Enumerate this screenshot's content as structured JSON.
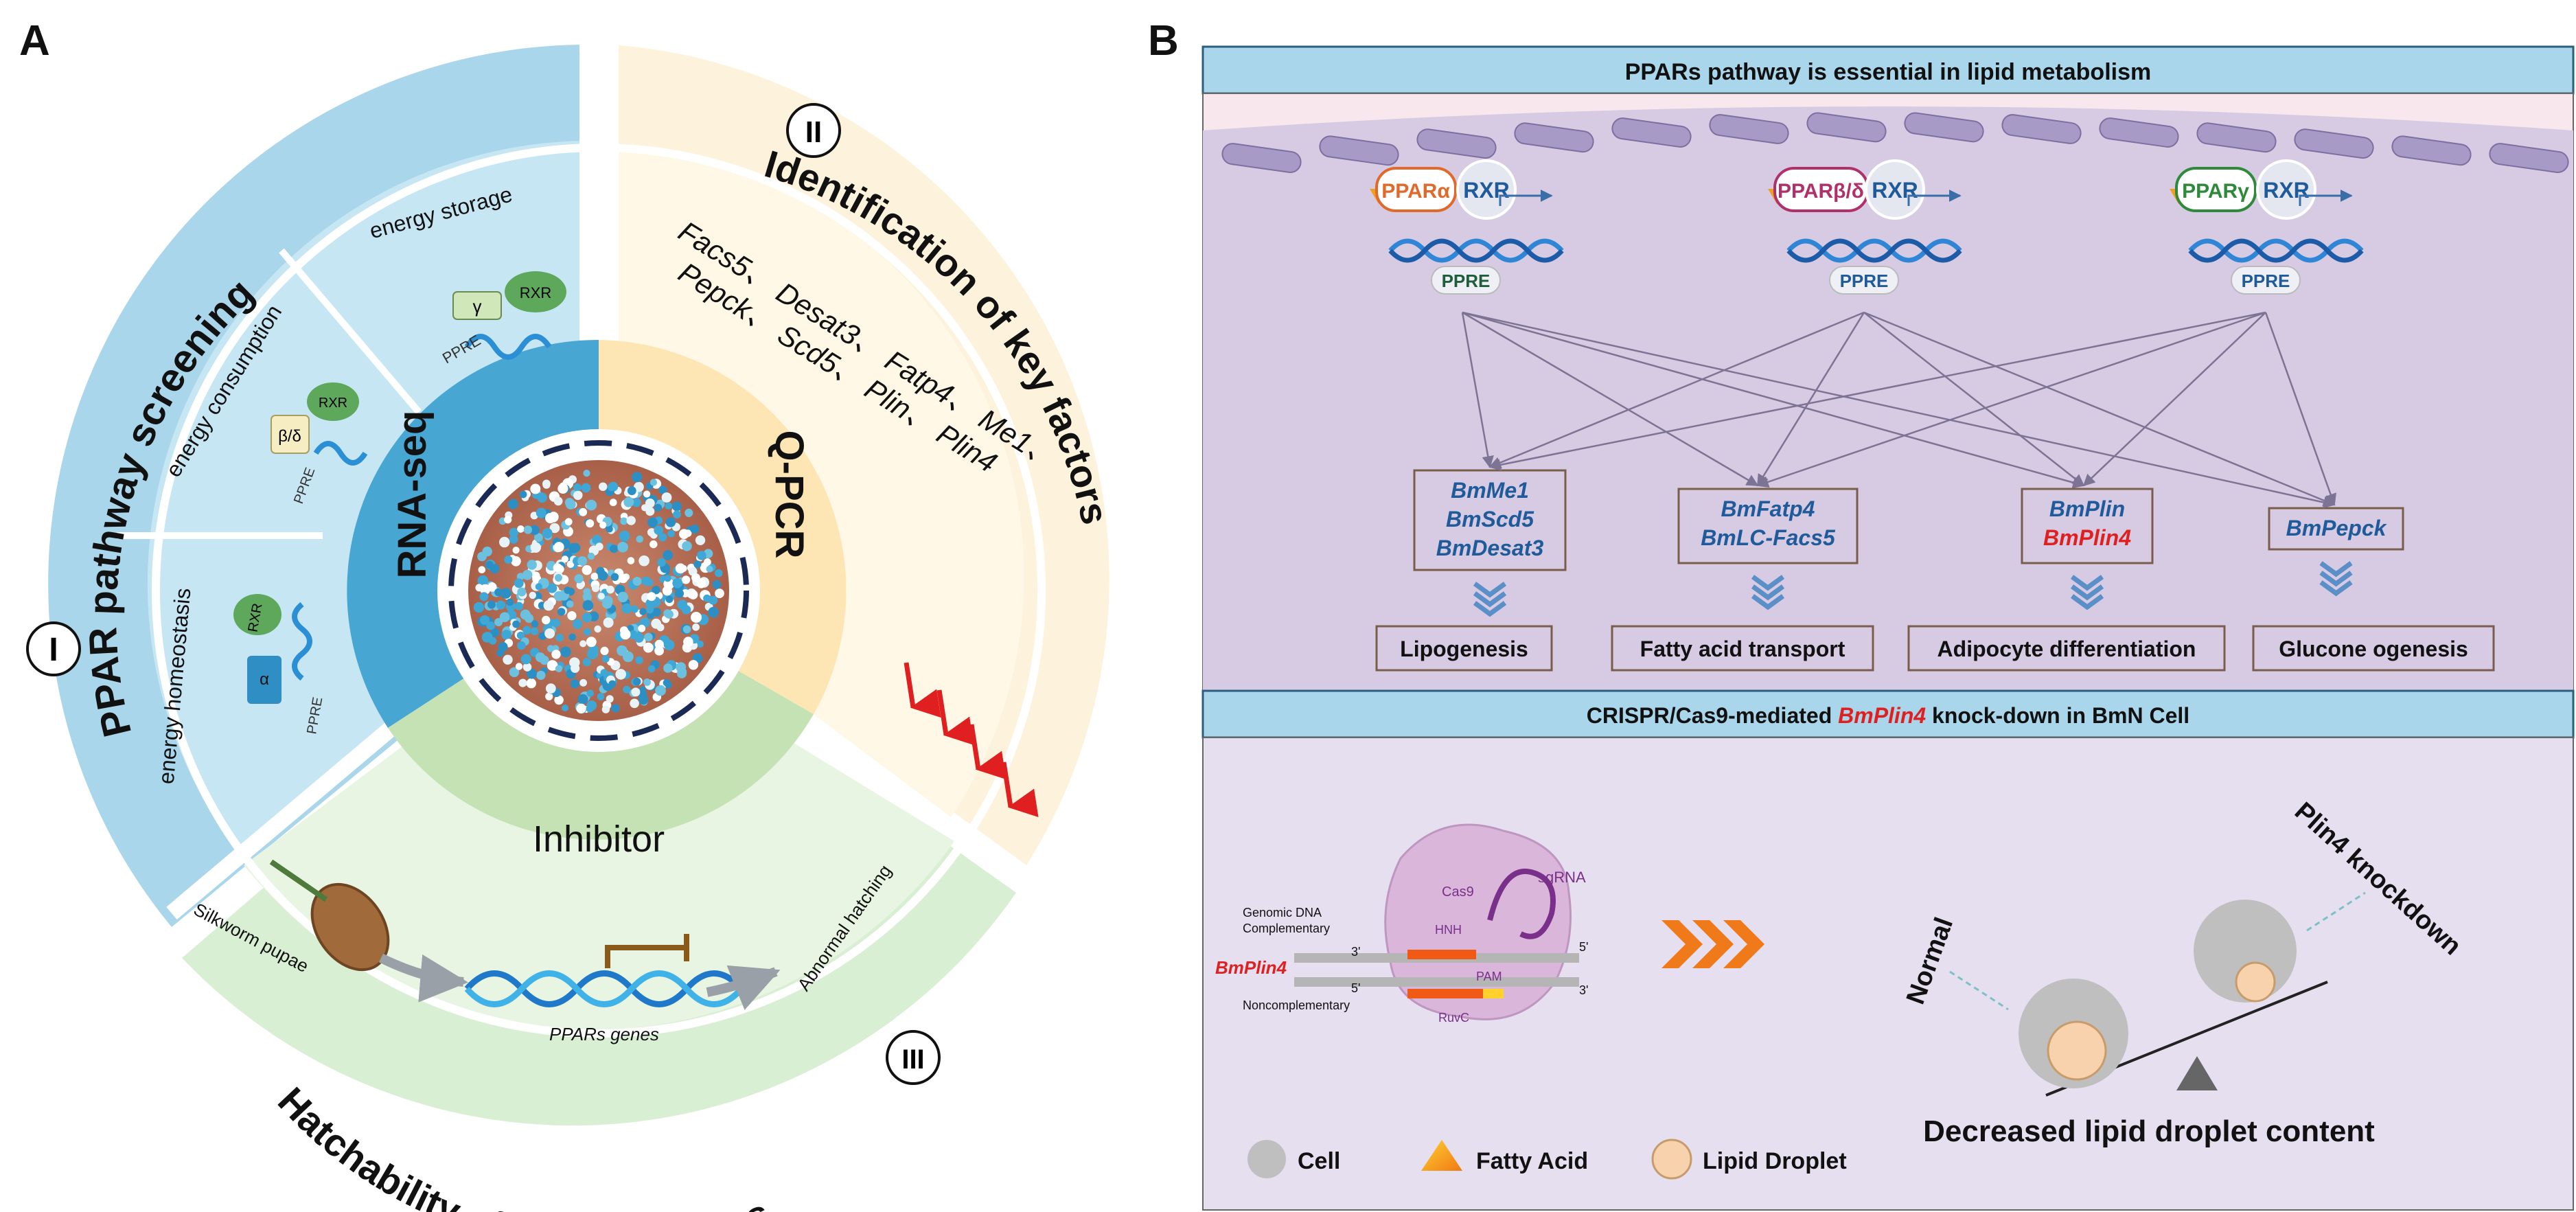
{
  "panel_a": {
    "label": "A",
    "section1": {
      "roman": "I",
      "title": "PPAR pathway screening",
      "ring_label": "RNA-seq",
      "items": [
        "energy storage",
        "energy consumption",
        "energy homeostasis"
      ],
      "receptors": [
        "γ",
        "β/δ",
        "α"
      ],
      "rxr": "RXR",
      "ppre": "PPRE"
    },
    "section2": {
      "roman": "II",
      "title": "Identification of key factors",
      "ring_label": "Q-PCR",
      "genes": [
        "Facs5、 Desat3、 Fatp4、 Me1、",
        "Pepck、 Scd5、 Plin、 Plin4"
      ]
    },
    "section3": {
      "roman": "III",
      "title": "Hatchability of silkworm eggs",
      "ring_label": "Inhibitor",
      "pupae": "Silkworm pupae",
      "genes_label": "PPARs genes",
      "outcome": "Abnormal hatching"
    }
  },
  "panel_b": {
    "label": "B",
    "header_top": "PPARs pathway is essential in lipid metabolism",
    "receptors": [
      {
        "ppar": "PPARα",
        "rxr": "RXR",
        "ppre": "PPRE",
        "color": "#e06a2c"
      },
      {
        "ppar": "PPARβ/δ",
        "rxr": "RXR",
        "ppre": "PPRE",
        "color": "#b0306a"
      },
      {
        "ppar": "PPARγ",
        "rxr": "RXR",
        "ppre": "PPRE",
        "color": "#2e8a3a"
      }
    ],
    "gene_boxes": [
      {
        "lines": [
          "BmMe1",
          "BmScd5",
          "BmDesat3"
        ]
      },
      {
        "lines": [
          "BmFatp4",
          "BmLC-Facs5"
        ]
      },
      {
        "lines": [
          "BmPlin",
          "BmPlin4"
        ],
        "highlight": "BmPlin4"
      },
      {
        "lines": [
          "BmPepck"
        ]
      }
    ],
    "processes": [
      "Lipogenesis",
      "Fatty acid transport",
      "Adipocyte differentiation",
      "Glucone ogenesis"
    ],
    "header_bottom": {
      "pre": "CRISPR/Cas9-mediated ",
      "gene": "BmPlin4",
      "post": " knock-down in  BmN Cell"
    },
    "crispr": {
      "cas9": "Cas9",
      "sgrna": "sgRNA",
      "hnh": "HNH",
      "ruvc": "RuvC",
      "pam": "PAM",
      "genomic": "Genomic DNA",
      "complementary": "Complementary",
      "noncomplementary": "Noncomplementary",
      "gene": "BmPlin4",
      "three": "3'",
      "five": "5'"
    },
    "balance": {
      "normal": "Normal",
      "knockdown": "Plin4 knockdown",
      "caption": "Decreased lipid droplet content"
    },
    "legend": [
      "Cell",
      "Fatty Acid",
      "Lipid Droplet"
    ]
  },
  "colors": {
    "section1": "#a9d6ea",
    "section2": "#fdf3dc",
    "section3": "#d9efd3",
    "rnaseq": "#48a6d3",
    "qpcr": "#fde6b4",
    "inhibitor": "#c4e2b3",
    "header": "#a9d6ea",
    "cell": "#d6cbe2",
    "accent_red": "#e02020",
    "gene_blue": "#1f5a9a"
  }
}
